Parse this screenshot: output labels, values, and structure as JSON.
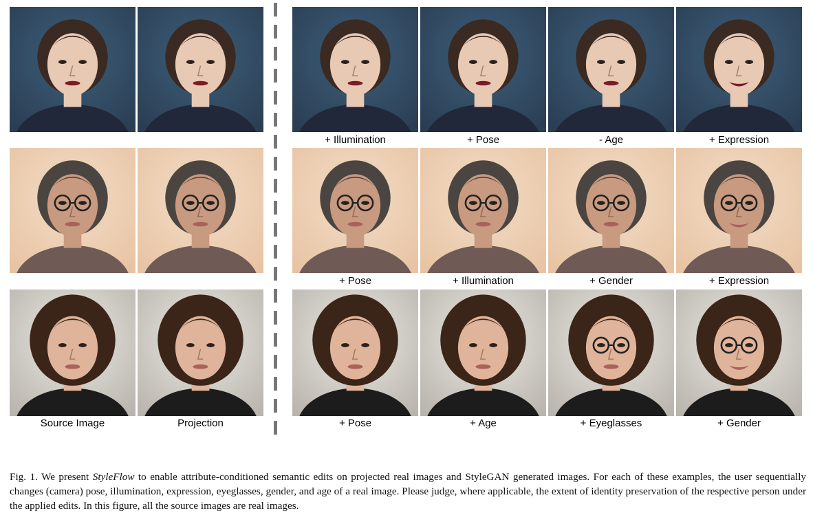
{
  "rows": [
    {
      "theme": "row-1",
      "bg": [
        "#3d5f7a",
        "#2a3d52"
      ],
      "skin": "#e8c9b4",
      "hair": "#3a2a22",
      "cloth": "#20283a",
      "panels": [
        {
          "name": "source-image-1",
          "label": ""
        },
        {
          "name": "projection-1",
          "label": ""
        },
        {
          "name": "edit-illumination-1",
          "label": "+ Illumination"
        },
        {
          "name": "edit-pose-1",
          "label": "+ Pose"
        },
        {
          "name": "edit-age-1",
          "label": "- Age"
        },
        {
          "name": "edit-expression-1",
          "label": "+ Expression"
        }
      ]
    },
    {
      "theme": "row-2",
      "bg": [
        "#f2ddc6",
        "#e8c3a3"
      ],
      "skin": "#c89a80",
      "hair": "#4a4541",
      "cloth": "#6f5a56",
      "panels": [
        {
          "name": "source-image-2",
          "label": ""
        },
        {
          "name": "projection-2",
          "label": ""
        },
        {
          "name": "edit-pose-2",
          "label": "+ Pose"
        },
        {
          "name": "edit-illumination-2",
          "label": "+ Illumination"
        },
        {
          "name": "edit-gender-2",
          "label": "+ Gender"
        },
        {
          "name": "edit-expression-2",
          "label": "+ Expression"
        }
      ]
    },
    {
      "theme": "row-3",
      "bg": [
        "#e9e6e1",
        "#b9b4ad"
      ],
      "skin": "#e0b49a",
      "hair": "#3b2418",
      "cloth": "#1c1c1c",
      "panels": [
        {
          "name": "source-image-3",
          "label": "Source Image"
        },
        {
          "name": "projection-3",
          "label": "Projection"
        },
        {
          "name": "edit-pose-3",
          "label": "+ Pose"
        },
        {
          "name": "edit-age-3",
          "label": "+ Age"
        },
        {
          "name": "edit-eyeglasses-3",
          "label": "+ Eyeglasses"
        },
        {
          "name": "edit-gender-3",
          "label": "+ Gender"
        }
      ]
    }
  ],
  "caption": {
    "prefix": "Fig. 1.  We present ",
    "method": "StyleFlow",
    "body": " to enable attribute-conditioned semantic edits on projected real images and StyleGAN generated images. For each of these examples, the user sequentially changes (camera) pose, illumination, expression, eyeglasses, gender, and age of a real image. Please judge, where applicable, the extent of identity preservation of the respective person under the applied edits. In this figure, all the source images are real images."
  }
}
